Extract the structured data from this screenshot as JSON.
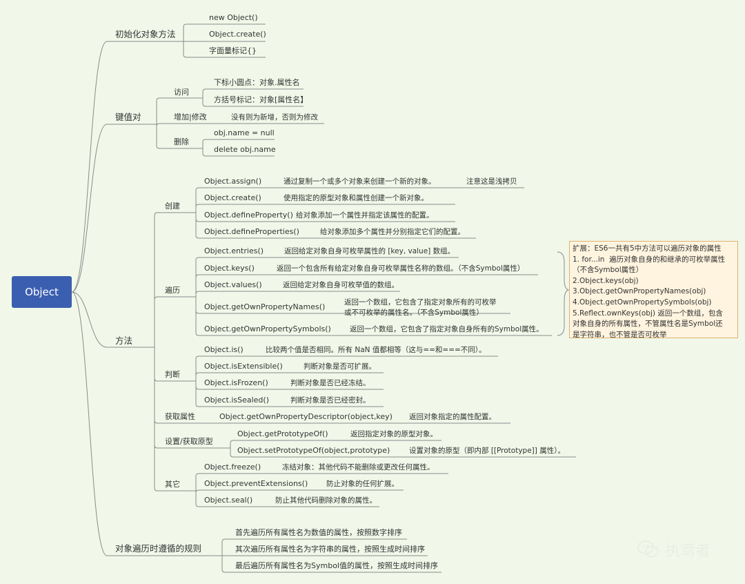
{
  "root": "Object",
  "b1": {
    "label": "初始化对象方法",
    "items": [
      "new Object()",
      "Object.create()",
      "字面量标记{}"
    ]
  },
  "b2": {
    "label": "键值对",
    "access": {
      "label": "访问",
      "items": [
        "下标小圆点：对象.属性名",
        "方括号标记：对象[属性名】"
      ]
    },
    "update": {
      "label": "增加|修改",
      "desc": "没有则为新增，否则为修改"
    },
    "delete": {
      "label": "删除",
      "items": [
        "obj.name = null",
        "delete obj.name"
      ]
    }
  },
  "b3": {
    "label": "方法",
    "create": {
      "label": "创建",
      "items": [
        {
          "name": "Object.assign()",
          "desc": "通过复制一个或多个对象来创建一个新的对象。",
          "extra": "注意这是浅拷贝"
        },
        {
          "name": "Object.create()",
          "desc": "使用指定的原型对象和属性创建一个新对象。"
        },
        {
          "name": "Object.defineProperty()",
          "desc": "给对象添加一个属性并指定该属性的配置。"
        },
        {
          "name": "Object.defineProperties()",
          "desc": "给对象添加多个属性并分别指定它们的配置。"
        }
      ]
    },
    "iterate": {
      "label": "遍历",
      "items": [
        {
          "name": "Object.entries()",
          "desc": "返回给定对象自身可枚举属性的 [key, value] 数组。"
        },
        {
          "name": "Object.keys()",
          "desc": "返回一个包含所有给定对象自身可枚举属性名称的数组。（不含Symbol属性）"
        },
        {
          "name": "Object.values()",
          "desc": "返回给定对象自身可枚举值的数组。"
        },
        {
          "name": "Object.getOwnPropertyNames()",
          "desc": "返回一个数组，它包含了指定对象所有的可枚举",
          "desc2": "或不可枚举的属性名。（不含Symbol属性）"
        },
        {
          "name": "Object.getOwnPropertySymbols()",
          "desc": "返回一个数组，它包含了指定对象自身所有的Symbol属性。"
        }
      ]
    },
    "judge": {
      "label": "判断",
      "items": [
        {
          "name": "Object.is()",
          "desc": "比较两个值是否相同。所有 NaN 值都相等（这与==和===不同）。"
        },
        {
          "name": "Object.isExtensible()",
          "desc": "判断对象是否可扩展。"
        },
        {
          "name": "Object.isFrozen()",
          "desc": "判断对象是否已经冻结。"
        },
        {
          "name": "Object.isSealed()",
          "desc": "判断对象是否已经密封。"
        }
      ]
    },
    "getprop": {
      "label": "获取属性",
      "name": "Object.getOwnPropertyDescriptor(object,key)",
      "desc": "返回对象指定的属性配置。"
    },
    "proto": {
      "label": "设置/获取原型",
      "items": [
        {
          "name": "Object.getPrototypeOf()",
          "desc": "返回指定对象的原型对象。"
        },
        {
          "name": "Object.setPrototypeOf(object,prototype)",
          "desc": "设置对象的原型（即内部 [[Prototype]] 属性）。"
        }
      ]
    },
    "other": {
      "label": "其它",
      "items": [
        {
          "name": "Object.freeze()",
          "desc": "冻结对象：其他代码不能删除或更改任何属性。"
        },
        {
          "name": "Object.preventExtensions()",
          "desc": "防止对象的任何扩展。"
        },
        {
          "name": "Object.seal()",
          "desc": "防止其他代码删除对象的属性。"
        }
      ]
    }
  },
  "b4": {
    "label": "对象遍历时遵循的规则",
    "items": [
      "首先遍历所有属性名为数值的属性，按照数字排序",
      "其次遍历所有属性名为字符串的属性，按照生成时间排序",
      "最后遍历所有属性名为Symbol值的属性，按照生成时间排序"
    ]
  },
  "note": {
    "lines": [
      "扩展：ES6一共有5中方法可以遍历对象的属性",
      "1. for...in  遍历对象自身的和继承的可枚举属性",
      "（不含Symbol属性）",
      "2.Object.keys(obj)",
      "3.Object.getOwnPropertyNames(obj)",
      "4.Object.getOwnPropertySymbols(obj)",
      "5.Reflect.ownKeys(obj) 返回一个数组，包含",
      "对象自身的所有属性，不管属性名是Symbol还",
      "是字符串，也不管是否可枚举"
    ]
  },
  "watermark": "执鸢者",
  "colors": {
    "background": "#f1f8e9",
    "root": "#3b5fb0",
    "line": "#8a8a8a",
    "note_border": "#e0b070",
    "note_bg": "#fff4df"
  }
}
